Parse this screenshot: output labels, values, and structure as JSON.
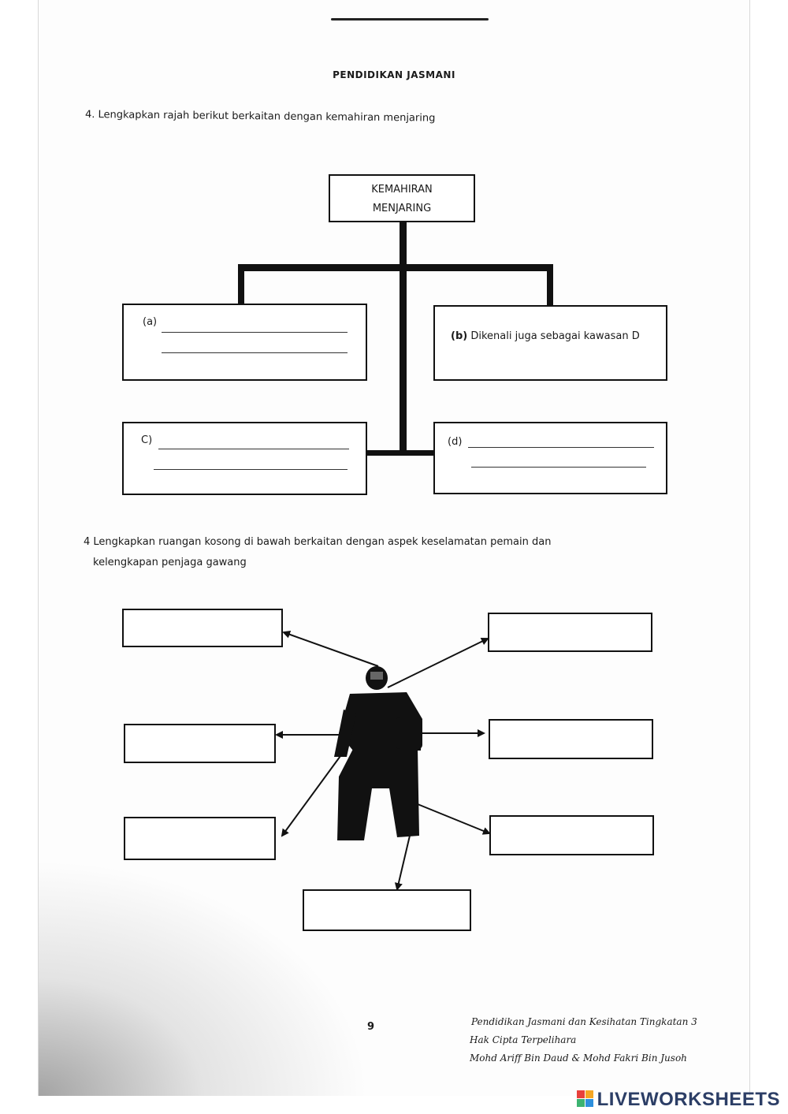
{
  "header": {
    "title": "PENDIDIKAN JASMANI"
  },
  "question1": {
    "prompt": "4.  Lengkapkan rajah berikut berkaitan dengan kemahiran menjaring",
    "center_line1": "KEMAHIRAN",
    "center_line2": "MENJARING",
    "a_label": "(a)",
    "b_label": "(b)",
    "b_text": "Dikenali juga sebagai kawasan D",
    "c_label": "C)",
    "d_label": "(d)"
  },
  "question2": {
    "prompt_line1": "4 Lengkapkan ruangan kosong di bawah berkaitan dengan aspek keselamatan pemain dan",
    "prompt_line2": "kelengkapan penjaga gawang"
  },
  "footer": {
    "page_number": "9",
    "line1": "Pendidikan Jasmani dan Kesihatan  Tingkatan 3",
    "line2": "Hak Cipta Terpelihara",
    "line3": "Mohd Ariff Bin Daud  & Mohd Fakri Bin Jusoh"
  },
  "brand": {
    "name": "LIVEWORKSHEETS"
  }
}
